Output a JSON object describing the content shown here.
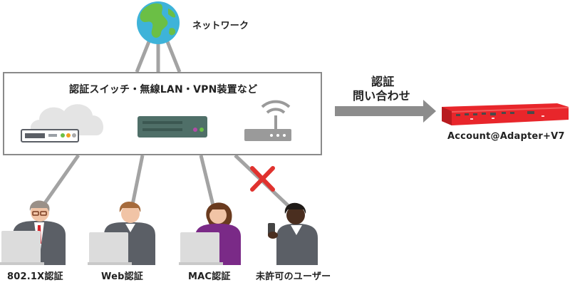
{
  "network": {
    "label": "ネットワーク",
    "icon": "globe-icon"
  },
  "devices": {
    "box_title": "認証スイッチ・無線LAN・VPN装置など",
    "items": [
      {
        "icon": "cloud-switch-icon"
      },
      {
        "icon": "server-icon"
      },
      {
        "icon": "wireless-router-icon"
      }
    ]
  },
  "auth_request": {
    "line1": "認証",
    "line2": "問い合わせ",
    "icon": "arrow-right-icon"
  },
  "appliance": {
    "label": "Account@Adapter+V7",
    "icon": "rack-appliance-icon",
    "color": "#e8262b"
  },
  "users": [
    {
      "label": "802.1X認証",
      "icon": "user-tie-laptop-icon"
    },
    {
      "label": "Web認証",
      "icon": "user-laptop-icon"
    },
    {
      "label": "MAC認証",
      "icon": "user-woman-laptop-icon"
    },
    {
      "label": "未許可のユーザー",
      "icon": "user-phone-icon"
    }
  ],
  "blocked": {
    "icon": "red-x-icon",
    "color": "#e0322e"
  },
  "colors": {
    "line": "#a3a3a3",
    "arrow": "#8c8c8c",
    "box_border": "#8a8a8a"
  }
}
